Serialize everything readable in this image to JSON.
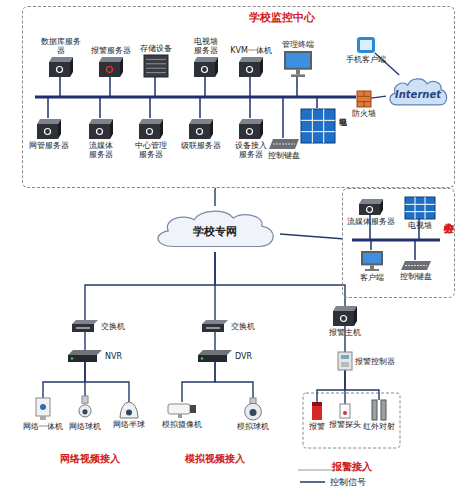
{
  "diagram": {
    "nodes": [
      {
        "text": [
          "学校监控中心"
        ]
      },
      {
        "text": [
          "数据库服务器"
        ],
        "in": 0
      },
      {
        "text": [
          "报警服务器"
        ],
        "in": 0
      },
      {
        "text": [
          "存储设备"
        ],
        "in": 0
      },
      {
        "text": [
          "电视墙服务器"
        ],
        "in": 0
      },
      {
        "text": [
          "KVM一体机"
        ],
        "in": 0
      },
      {
        "text": [
          "管理终端"
        ],
        "in": 0
      },
      {
        "text": [
          "网管服务器"
        ],
        "in": 0
      },
      {
        "text": [
          "流媒体服务器"
        ],
        "in": 0
      },
      {
        "text": [
          "中心管理服务器"
        ],
        "in": 0
      },
      {
        "text": [
          "级联服务器"
        ],
        "in": 0
      },
      {
        "text": [
          "设备接入服务器"
        ],
        "in": 0
      },
      {
        "text": [
          "控制键盘"
        ],
        "in": 0
      },
      {
        "text": [
          "电视墙"
        ],
        "in": 0
      },
      {
        "text": [
          "手机客户端"
        ],
        "in": 0
      },
      {
        "text": [
          "Internet"
        ],
        "in": 0
      },
      {
        "text": [
          "防火墙"
        ],
        "in": 0
      },
      {
        "text": [
          "学校专网"
        ]
      },
      {
        "text": [
          "分控中心"
        ]
      },
      {
        "text": [
          "流媒体服务器"
        ],
        "in": 18
      },
      {
        "text": [
          "电视墙"
        ],
        "in": 18
      },
      {
        "text": [
          "客户端"
        ],
        "in": 18
      },
      {
        "text": [
          "控制键盘"
        ],
        "in": 18
      },
      {
        "text": [
          "交换机"
        ]
      },
      {
        "text": [
          "NVR"
        ]
      },
      {
        "text": [
          "网络一体机"
        ]
      },
      {
        "text": [
          "网络球机"
        ]
      },
      {
        "text": [
          "网络半球"
        ]
      },
      {
        "text": [
          "交换机"
        ]
      },
      {
        "text": [
          "DVR"
        ]
      },
      {
        "text": [
          "模拟摄像机"
        ]
      },
      {
        "text": [
          "模拟球机"
        ]
      },
      {
        "text": [
          "报警主机"
        ]
      },
      {
        "text": [
          "报警控制器"
        ]
      },
      {
        "text": [
          "报警"
        ]
      },
      {
        "text": [
          "报警探头"
        ]
      },
      {
        "text": [
          "红外对射"
        ]
      }
    ],
    "edges": [
      {
        "from": 16,
        "to": 15,
        "arrow": "none"
      },
      {
        "from": 14,
        "to": 15,
        "arrow": "none"
      },
      {
        "from": 0,
        "to": 17,
        "arrow": "none"
      },
      {
        "from": 17,
        "to": 18,
        "arrow": "none"
      },
      {
        "from": 17,
        "to": 23,
        "arrow": "none"
      },
      {
        "from": 17,
        "to": 28,
        "arrow": "none"
      },
      {
        "from": 17,
        "to": 32,
        "arrow": "none"
      },
      {
        "from": 23,
        "to": 24,
        "arrow": "none"
      },
      {
        "from": 24,
        "to": 25,
        "arrow": "none"
      },
      {
        "from": 24,
        "to": 26,
        "arrow": "none"
      },
      {
        "from": 24,
        "to": 27,
        "arrow": "none"
      },
      {
        "from": 28,
        "to": 29,
        "arrow": "none"
      },
      {
        "from": 29,
        "to": 30,
        "arrow": "none"
      },
      {
        "from": 29,
        "to": 31,
        "arrow": "none"
      },
      {
        "from": 32,
        "to": 33,
        "arrow": "none"
      },
      {
        "from": 33,
        "to": 34,
        "arrow": "none"
      },
      {
        "from": 33,
        "to": 35,
        "arrow": "none"
      },
      {
        "from": 33,
        "to": 36,
        "arrow": "none"
      }
    ],
    "labels": [
      "网络视频接入",
      "模拟视频接入",
      "报警接入"
    ],
    "legend": [
      {
        "text": "控制信号"
      }
    ]
  }
}
